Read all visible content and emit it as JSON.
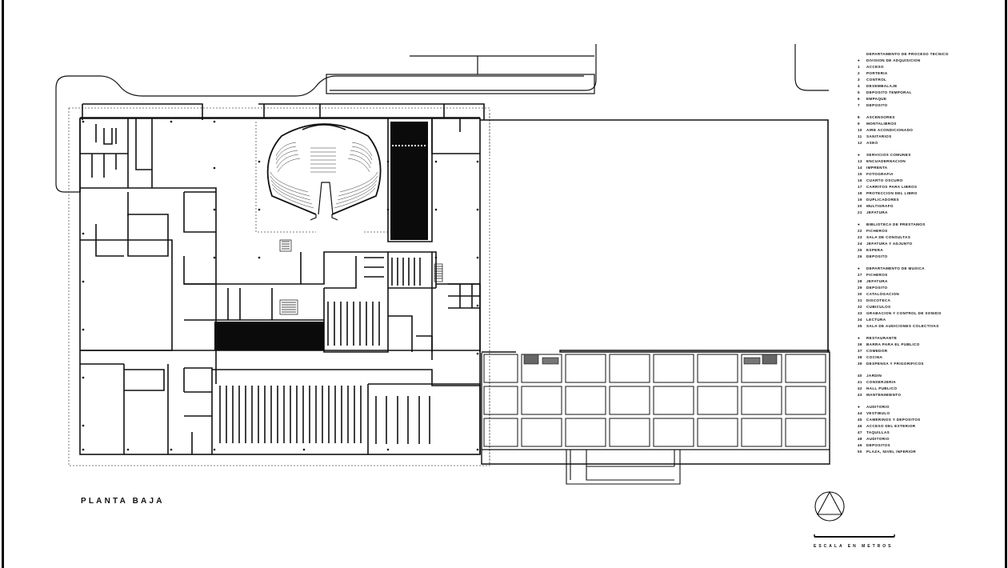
{
  "drawing": {
    "title": "PLANTA BAJA",
    "scale_label": "ESCALA EN METROS",
    "north_symbol": "north-arrow-icon",
    "colors": {
      "ink": "#111111",
      "paper": "#ffffff",
      "fill_dark": "#0b0b0b",
      "dashed": "#555555"
    }
  },
  "legend": {
    "groups": [
      {
        "header": "DEPARTAMENTO DE PROCESO TECNICO",
        "items": [
          {
            "num": "●",
            "label": "DIVISION DE ADQUISICION"
          },
          {
            "num": "1",
            "label": "ACCESO"
          },
          {
            "num": "2",
            "label": "PORTERIA"
          },
          {
            "num": "3",
            "label": "CONTROL"
          },
          {
            "num": "4",
            "label": "DESEMBALAJE"
          },
          {
            "num": "5",
            "label": "DEPOSITO TEMPORAL"
          },
          {
            "num": "6",
            "label": "EMPAQUE"
          },
          {
            "num": "7",
            "label": "DEPOSITO"
          }
        ]
      },
      {
        "header": "",
        "items": [
          {
            "num": "8",
            "label": "ASCENSORES"
          },
          {
            "num": "9",
            "label": "MONTALIBROS"
          },
          {
            "num": "10",
            "label": "AIRE ACONDICIONADO"
          },
          {
            "num": "11",
            "label": "SANITARIOS"
          },
          {
            "num": "12",
            "label": "ASEO"
          }
        ]
      },
      {
        "header": "",
        "items": [
          {
            "num": "●",
            "label": "SERVICIOS COMUNES"
          },
          {
            "num": "13",
            "label": "ENCUADERNACION"
          },
          {
            "num": "14",
            "label": "IMPRENTA"
          },
          {
            "num": "15",
            "label": "FOTOGRAFIA"
          },
          {
            "num": "16",
            "label": "CUARTO OSCURO"
          },
          {
            "num": "17",
            "label": "CARRITOS PARA LIBROS"
          },
          {
            "num": "18",
            "label": "PROTECCION DEL LIBRO"
          },
          {
            "num": "19",
            "label": "DUPLICADORES"
          },
          {
            "num": "20",
            "label": "MULTIGRAFO"
          },
          {
            "num": "21",
            "label": "JEFATURA"
          }
        ]
      },
      {
        "header": "",
        "items": [
          {
            "num": "●",
            "label": "BIBLIOTECA DE PRESTAMOS"
          },
          {
            "num": "22",
            "label": "FICHEROS"
          },
          {
            "num": "23",
            "label": "SALA DE CONSULTAS"
          },
          {
            "num": "24",
            "label": "JEFATURA Y ADJUNTO"
          },
          {
            "num": "25",
            "label": "ESPERA"
          },
          {
            "num": "26",
            "label": "DEPOSITO"
          }
        ]
      },
      {
        "header": "",
        "items": [
          {
            "num": "●",
            "label": "DEPARTAMENTO DE MUSICA"
          },
          {
            "num": "27",
            "label": "FICHEROS"
          },
          {
            "num": "28",
            "label": "JEFATURA"
          },
          {
            "num": "29",
            "label": "DEPOSITO"
          },
          {
            "num": "30",
            "label": "CATALOGACION"
          },
          {
            "num": "31",
            "label": "DISCOTECA"
          },
          {
            "num": "32",
            "label": "CUBICULOS"
          },
          {
            "num": "33",
            "label": "GRABACION Y CONTROL DE SONIDO"
          },
          {
            "num": "34",
            "label": "LECTURA"
          },
          {
            "num": "35",
            "label": "SALA DE AUDICIONES COLECTIVAS"
          }
        ]
      },
      {
        "header": "",
        "items": [
          {
            "num": "●",
            "label": "RESTAURANTE"
          },
          {
            "num": "36",
            "label": "BARRA PARA EL PUBLICO"
          },
          {
            "num": "37",
            "label": "COMEDOR"
          },
          {
            "num": "38",
            "label": "COCINA"
          },
          {
            "num": "39",
            "label": "DESPENSA Y FRIGORIFICOS"
          }
        ]
      },
      {
        "header": "",
        "items": [
          {
            "num": "40",
            "label": "JARDIN"
          },
          {
            "num": "41",
            "label": "CONSERJERIA"
          },
          {
            "num": "42",
            "label": "HALL PUBLICO"
          },
          {
            "num": "43",
            "label": "MANTENIMIENTO"
          }
        ]
      },
      {
        "header": "",
        "items": [
          {
            "num": "●",
            "label": "AUDITORIO"
          },
          {
            "num": "44",
            "label": "VESTIBULO"
          },
          {
            "num": "45",
            "label": "CAMERINOS Y DEPOSITOS"
          },
          {
            "num": "46",
            "label": "ACCESO DEL EXTERIOR"
          },
          {
            "num": "47",
            "label": "TAQUILLAS"
          },
          {
            "num": "48",
            "label": "AUDITORIO"
          },
          {
            "num": "49",
            "label": "DEPOSITOS"
          },
          {
            "num": "50",
            "label": "PLAZA, NIVEL INFERIOR"
          }
        ]
      }
    ]
  }
}
